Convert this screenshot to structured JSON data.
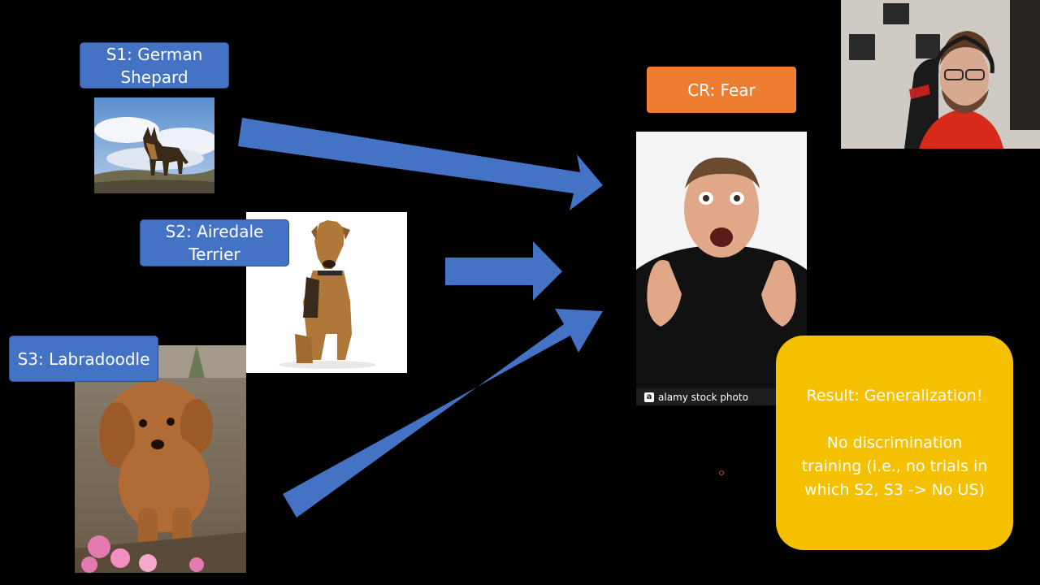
{
  "slide": {
    "stimuli": [
      {
        "label": "S1: German Shepard",
        "icon": "german-shepherd-photo"
      },
      {
        "label": "S2: Airedale Terrier",
        "icon": "airedale-terrier-photo"
      },
      {
        "label": "S3: Labradoodle",
        "icon": "labradoodle-photo"
      }
    ],
    "response": {
      "label": "CR: Fear",
      "icon": "frightened-man-photo",
      "watermark": "alamy stock photo"
    },
    "result": {
      "line1": "Result: Generalization!",
      "line2": "No discrimination training (i.e., no trials in which S2, S3 -> No US)"
    }
  },
  "webcam": {
    "icon": "presenter-webcam-feed"
  },
  "colors": {
    "background": "#000000",
    "stimulus_label": "#4472c4",
    "arrow": "#4472c4",
    "response_label": "#ed7d31",
    "result_box": "#f5c000"
  }
}
